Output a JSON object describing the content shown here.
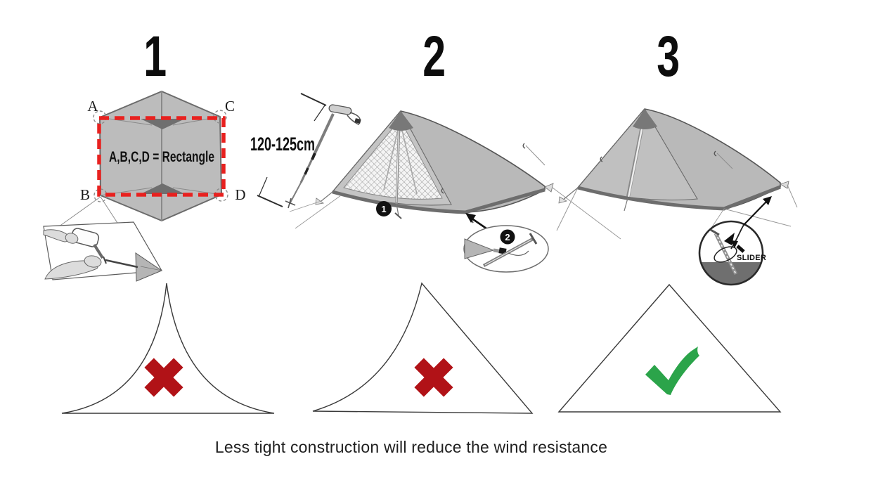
{
  "steps": [
    {
      "number": "1"
    },
    {
      "number": "2"
    },
    {
      "number": "3"
    }
  ],
  "diagram1": {
    "corner_a": "A",
    "corner_b": "B",
    "corner_c": "C",
    "corner_d": "D",
    "rectangle_label": "A,B,C,D = Rectangle"
  },
  "diagram2": {
    "pole_length": "120-125cm",
    "marker_1": "1",
    "marker_2": "2"
  },
  "diagram3": {
    "slider_label": "SLIDER"
  },
  "comparison": {
    "wrong_1": "wrong",
    "wrong_2": "wrong",
    "correct": "correct"
  },
  "caption": "Less tight construction will reduce the wind resistance",
  "colors": {
    "accent_red": "#e8211f",
    "x_red": "#b11217",
    "check_green": "#2ba44a"
  }
}
